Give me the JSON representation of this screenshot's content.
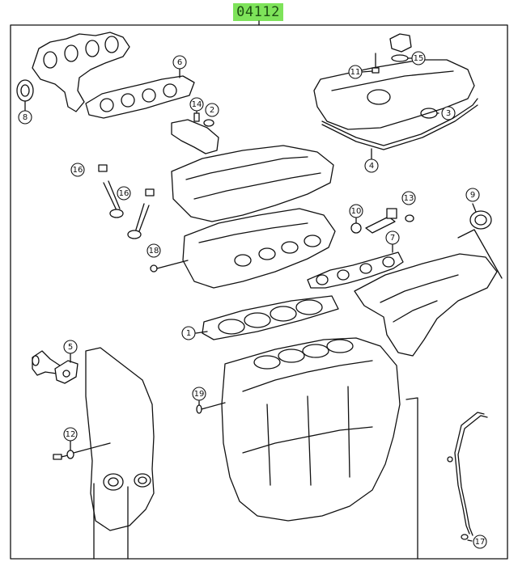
{
  "diagram": {
    "part_group_id": "04112",
    "callouts": [
      {
        "id": "callout-1",
        "label": "1"
      },
      {
        "id": "callout-2",
        "label": "2"
      },
      {
        "id": "callout-3",
        "label": "3"
      },
      {
        "id": "callout-4",
        "label": "4"
      },
      {
        "id": "callout-5",
        "label": "5"
      },
      {
        "id": "callout-6",
        "label": "6"
      },
      {
        "id": "callout-7",
        "label": "7"
      },
      {
        "id": "callout-8",
        "label": "8"
      },
      {
        "id": "callout-9",
        "label": "9"
      },
      {
        "id": "callout-10",
        "label": "10"
      },
      {
        "id": "callout-11",
        "label": "11"
      },
      {
        "id": "callout-12",
        "label": "12"
      },
      {
        "id": "callout-13",
        "label": "13"
      },
      {
        "id": "callout-14",
        "label": "14"
      },
      {
        "id": "callout-15",
        "label": "15"
      },
      {
        "id": "callout-16a",
        "label": "16"
      },
      {
        "id": "callout-16b",
        "label": "16"
      },
      {
        "id": "callout-17",
        "label": "17"
      },
      {
        "id": "callout-18",
        "label": "18"
      },
      {
        "id": "callout-19",
        "label": "19"
      }
    ]
  }
}
